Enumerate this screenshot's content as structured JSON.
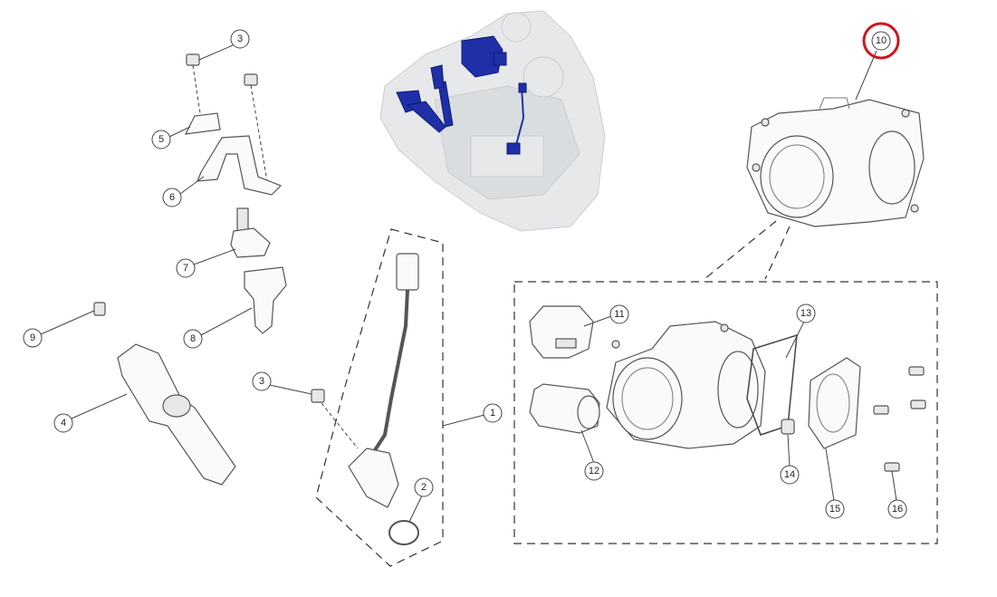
{
  "diagram": {
    "title": "Throttle body and fuel injection components exploded view",
    "highlight_color": "#d0141c",
    "highlighted_callout": "10",
    "callouts": [
      "1",
      "2",
      "3",
      "3",
      "4",
      "5",
      "6",
      "7",
      "8",
      "9",
      "10",
      "11",
      "12",
      "13",
      "14",
      "15",
      "16"
    ]
  }
}
